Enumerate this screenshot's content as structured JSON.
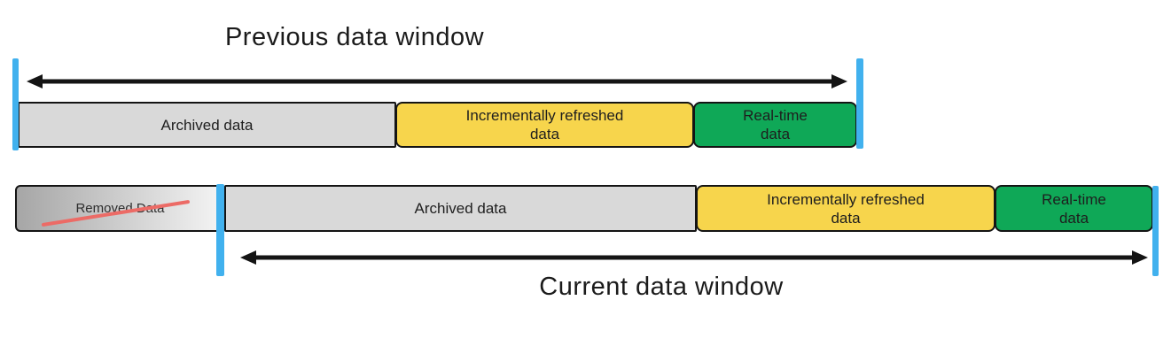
{
  "colors": {
    "accent_blue": "#41B1EE",
    "segment_gray": "#D9D9D9",
    "segment_yellow": "#F7D54C",
    "segment_green": "#0FA857",
    "removed_gradient_start": "#A6A6A6",
    "removed_gradient_end": "#F5F5F5",
    "strike_red": "#EC6B66",
    "border_black": "#141414",
    "text_dark": "#1E1E1E"
  },
  "previous_window": {
    "title": "Previous data window",
    "segments": [
      {
        "id": "archived",
        "label": "Archived data",
        "color": "#D9D9D9"
      },
      {
        "id": "incremental",
        "label": "Incrementally refreshed data",
        "color": "#F7D54C"
      },
      {
        "id": "realtime",
        "label": "Real-time data",
        "color": "#0FA857"
      }
    ]
  },
  "current_window": {
    "title": "Current data window",
    "removed_segment": {
      "id": "removed",
      "label": "Removed Data",
      "color": "gradient-gray",
      "struck_through": true
    },
    "segments": [
      {
        "id": "archived",
        "label": "Archived data",
        "color": "#D9D9D9"
      },
      {
        "id": "incremental",
        "label": "Incrementally refreshed data",
        "color": "#F7D54C"
      },
      {
        "id": "realtime",
        "label": "Real-time data",
        "color": "#0FA857"
      }
    ]
  }
}
